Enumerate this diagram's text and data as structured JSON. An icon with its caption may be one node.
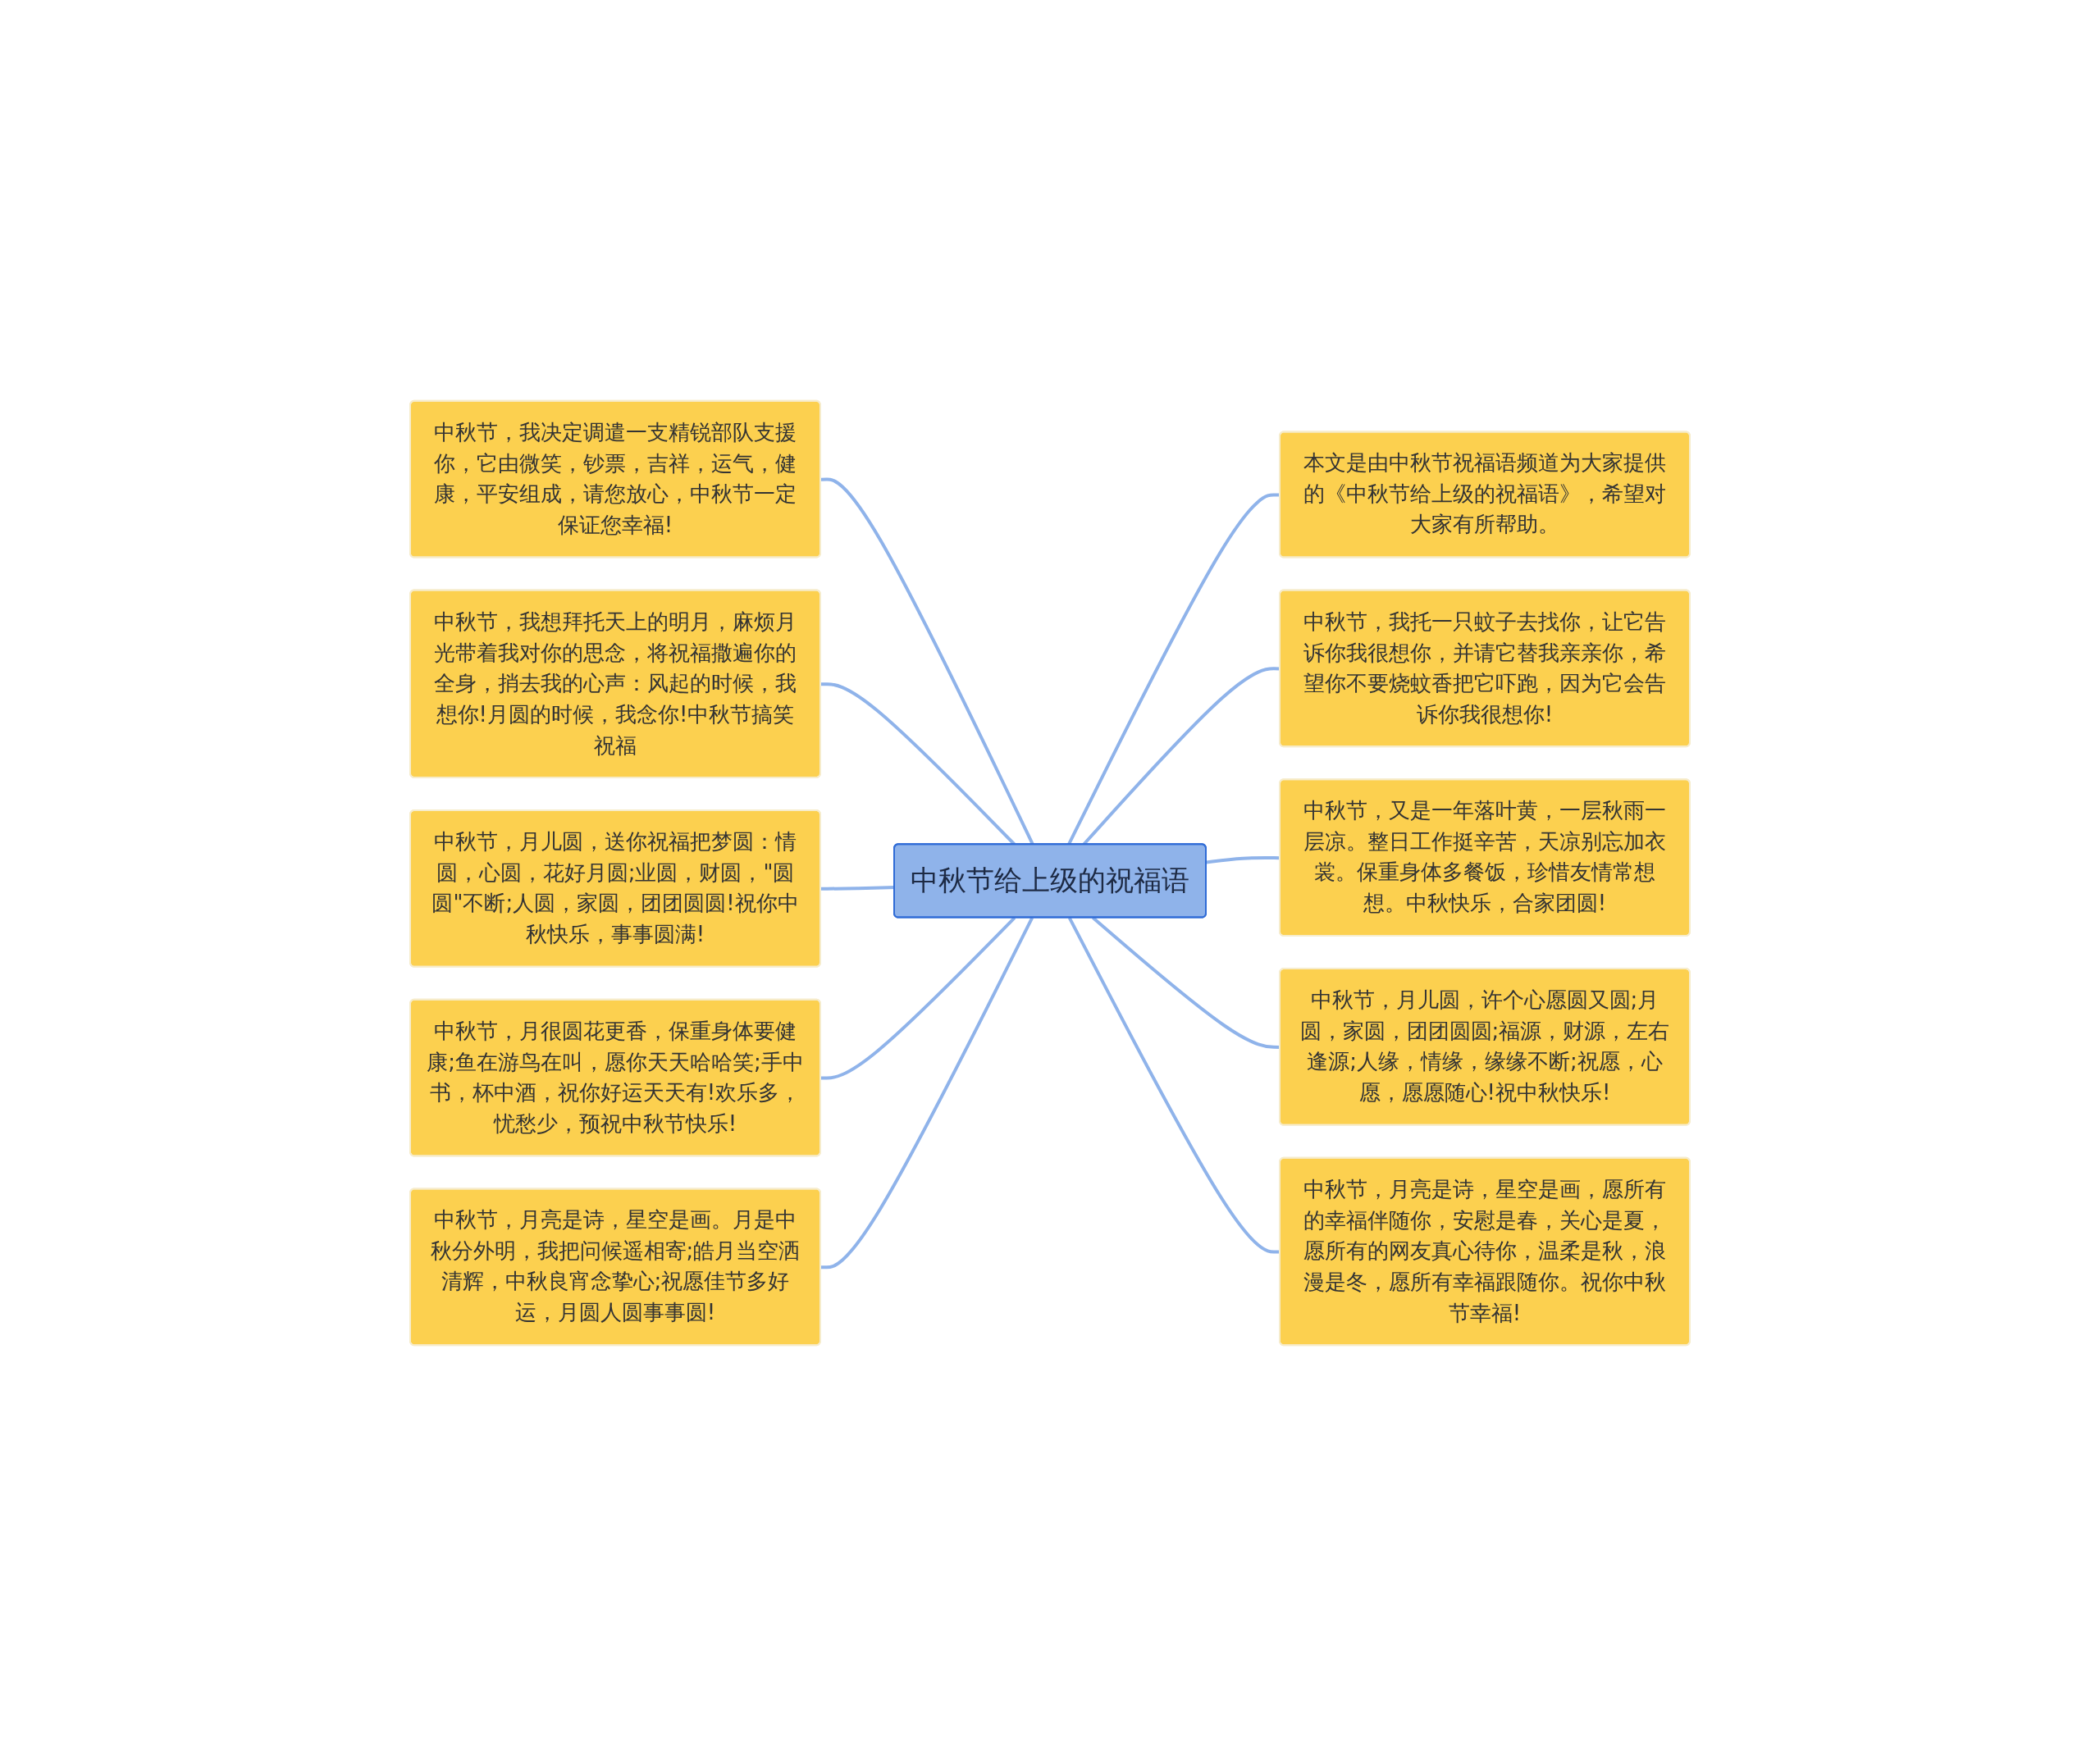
{
  "diagram": {
    "nodes": [
      {
        "text": [
          "中秋节给上级的祝福语"
        ]
      },
      {
        "text": [
          "中秋节，我决定调遣一支精锐部队支援你，它由微笑，钞票，吉祥，运气，健康，平安组成，请您放心，中秋节一定保证您幸福!"
        ]
      },
      {
        "text": [
          "中秋节，我想拜托天上的明月，麻烦月光带着我对你的思念，将祝福撒遍你的全身，捎去我的心声：风起的时候，我想你!月圆的时候，我念你!中秋节搞笑祝福"
        ]
      },
      {
        "text": [
          "中秋节，月儿圆，送你祝福把梦圆：情圆，心圆，花好月圆;业圆，财圆，\"圆圆\"不断;人圆，家圆，团团圆圆!祝你中秋快乐，事事圆满!"
        ]
      },
      {
        "text": [
          "中秋节，月很圆花更香，保重身体要健康;鱼在游鸟在叫，愿你天天哈哈笑;手中书，杯中酒，祝你好运天天有!欢乐多，忧愁少，预祝中秋节快乐!"
        ]
      },
      {
        "text": [
          "中秋节，月亮是诗，星空是画。月是中秋分外明，我把问候遥相寄;皓月当空洒清辉，中秋良宵念挚心;祝愿佳节多好运，月圆人圆事事圆!"
        ]
      },
      {
        "text": [
          "本文是由中秋节祝福语频道为大家提供的《中秋节给上级的祝福语》，希望对大家有所帮助。"
        ]
      },
      {
        "text": [
          "中秋节，我托一只蚊子去找你，让它告诉你我很想你，并请它替我亲亲你，希望你不要烧蚊香把它吓跑，因为它会告诉你我很想你!"
        ]
      },
      {
        "text": [
          "中秋节，又是一年落叶黄，一层秋雨一层凉。整日工作挺辛苦，天凉别忘加衣裳。保重身体多餐饭，珍惜友情常想想。中秋快乐，合家团圆!"
        ]
      },
      {
        "text": [
          "中秋节，月儿圆，许个心愿圆又圆;月圆，家圆，团团圆圆;福源，财源，左右逢源;人缘，情缘，缘缘不断;祝愿，心愿，愿愿随心!祝中秋快乐!"
        ]
      },
      {
        "text": [
          "中秋节，月亮是诗，星空是画，愿所有的幸福伴随你，安慰是春，关心是夏，愿所有的网友真心待你，温柔是秋，浪漫是冬，愿所有幸福跟随你。祝你中秋节幸福!"
        ]
      }
    ],
    "edges": [
      {
        "from": 1,
        "to": 0,
        "arrow": "none"
      },
      {
        "from": 2,
        "to": 0,
        "arrow": "none"
      },
      {
        "from": 3,
        "to": 0,
        "arrow": "none"
      },
      {
        "from": 4,
        "to": 0,
        "arrow": "none"
      },
      {
        "from": 5,
        "to": 0,
        "arrow": "none"
      },
      {
        "from": 0,
        "to": 6,
        "arrow": "none"
      },
      {
        "from": 0,
        "to": 7,
        "arrow": "none"
      },
      {
        "from": 0,
        "to": 8,
        "arrow": "none"
      },
      {
        "from": 0,
        "to": 9,
        "arrow": "none"
      },
      {
        "from": 0,
        "to": 10,
        "arrow": "none"
      }
    ]
  }
}
